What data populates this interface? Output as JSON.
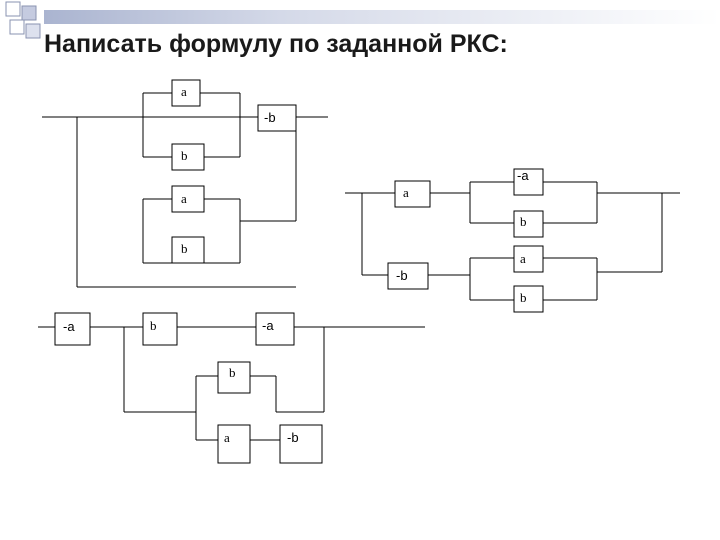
{
  "title": "Написать формулу по заданной РКС:",
  "circuits": {
    "c1": {
      "a1": "a",
      "b1": "b",
      "nb": "-b",
      "a2": "a",
      "b2": "b"
    },
    "c2": {
      "a1": "a",
      "na": "-a",
      "b1": "b",
      "a2": "a",
      "b2": "b",
      "nb": "-b"
    },
    "c3": {
      "na1": "-a",
      "b1": "b",
      "na2": "-a",
      "b2": "b",
      "a1": "a",
      "nb": "-b"
    }
  }
}
